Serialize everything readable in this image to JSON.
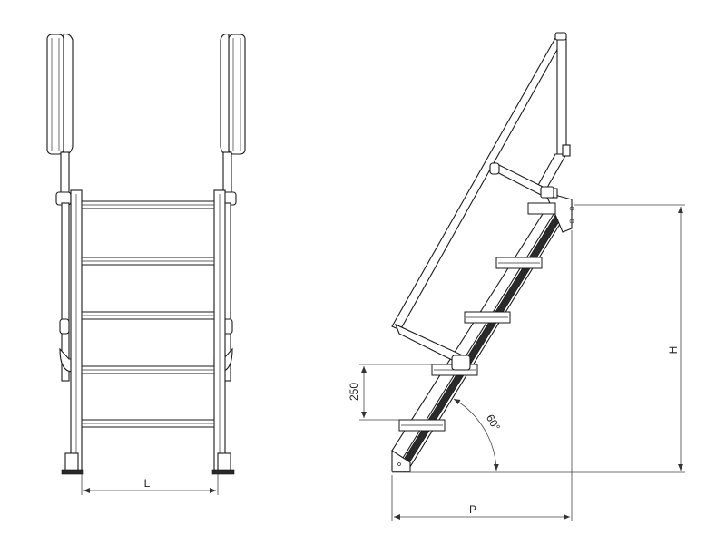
{
  "dimensions": {
    "width_label": "L",
    "projection_label": "P",
    "height_label": "H",
    "step_rise_label": "250",
    "angle_label": "60°"
  },
  "colors": {
    "line": "#1a1a1a",
    "background": "#ffffff"
  }
}
